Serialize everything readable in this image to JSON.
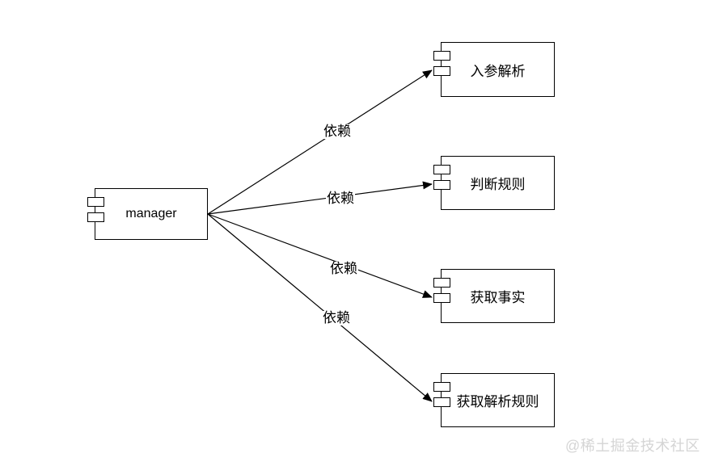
{
  "diagram": {
    "type": "uml-component-diagram",
    "nodes": [
      {
        "id": "manager",
        "label": "manager"
      },
      {
        "id": "input-parsing",
        "label": "入参解析"
      },
      {
        "id": "judge-rules",
        "label": "判断规则"
      },
      {
        "id": "get-facts",
        "label": "获取事实"
      },
      {
        "id": "get-parse-rules",
        "label": "获取解析规则"
      }
    ],
    "edges": [
      {
        "from": "manager",
        "to": "入参解析",
        "label": "依赖"
      },
      {
        "from": "manager",
        "to": "判断规则",
        "label": "依赖"
      },
      {
        "from": "manager",
        "to": "获取事实",
        "label": "依赖"
      },
      {
        "from": "manager",
        "to": "获取解析规则",
        "label": "依赖"
      }
    ]
  },
  "watermark": {
    "text": "@稀土掘金技术社区"
  },
  "colors": {
    "stroke": "#000000",
    "background": "#ffffff",
    "watermark": "#d5d5d5"
  }
}
